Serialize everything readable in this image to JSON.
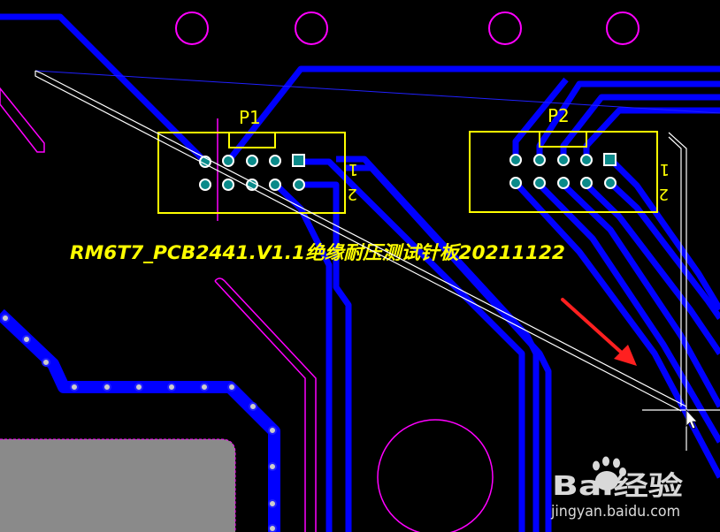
{
  "board": {
    "title": "RM6T7_PCB2441.V1.1绝缘耐压测试针板20211122"
  },
  "components": [
    {
      "designator": "P1",
      "pin1_label": "1",
      "pin2_label": "2"
    },
    {
      "designator": "P2",
      "pin1_label": "1",
      "pin2_label": "2"
    }
  ],
  "watermark": {
    "brand": "Bai经验",
    "url": "jingyan.baidu.com"
  },
  "colors": {
    "background": "#000000",
    "trace": "#0000ff",
    "silkscreen": "#ffff00",
    "keepout": "#ff00ff",
    "pad_ring": "#ffffff",
    "pad_hole": "#0a8a8a",
    "selection": "#ffffff",
    "arrow": "#ff2020",
    "copper_pour": "#8a8a8a"
  },
  "icons": {
    "cursor": "crosshair-cursor-icon",
    "arrow": "red-arrow-icon",
    "logo": "baidu-paw-icon"
  }
}
